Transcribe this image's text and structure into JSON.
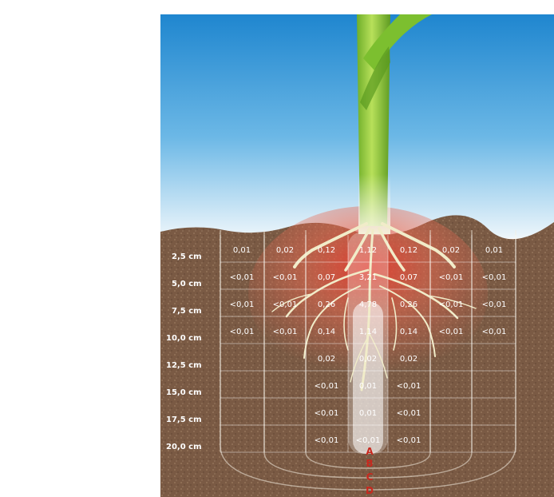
{
  "depth_labels": [
    "2,5 cm",
    "5,0 cm",
    "7,5 cm",
    "10,0 cm",
    "12,5 cm",
    "15,0 cm",
    "17,5 cm",
    "20,0 cm"
  ],
  "grid_values": [
    [
      "0,01",
      "0,02",
      "0,12",
      "1,12",
      "0,12",
      "0,02",
      "0,01"
    ],
    [
      "<0,01",
      "<0,01",
      "0,07",
      "3,21",
      "0,07",
      "<0,01",
      "<0,01"
    ],
    [
      "<0,01",
      "<0,01",
      "0,26",
      "4,78",
      "0,26",
      "<0,01",
      "<0,01"
    ],
    [
      "<0,01",
      "<0,01",
      "0,14",
      "1,14",
      "0,14",
      "<0,01",
      "<0,01"
    ],
    [
      "",
      "",
      "0,02",
      "0,02",
      "0,02",
      "",
      ""
    ],
    [
      "",
      "",
      "<0,01",
      "0,01",
      "<0,01",
      "",
      ""
    ],
    [
      "",
      "",
      "<0,01",
      "0,01",
      "<0,01",
      "",
      ""
    ],
    [
      "",
      "",
      "<0,01",
      "<0,01",
      "<0,01",
      "",
      ""
    ]
  ],
  "zone_labels": [
    "A",
    "B",
    "C",
    "D"
  ],
  "colors": {
    "sky_top": "#1f86cf",
    "sky_bottom": "#eef6fb",
    "soil": "#7a5a44",
    "stem": "#8cc63f",
    "roots": "#f1ecc9",
    "heat": "#e33b2e",
    "zone_label": "#c8281e"
  }
}
